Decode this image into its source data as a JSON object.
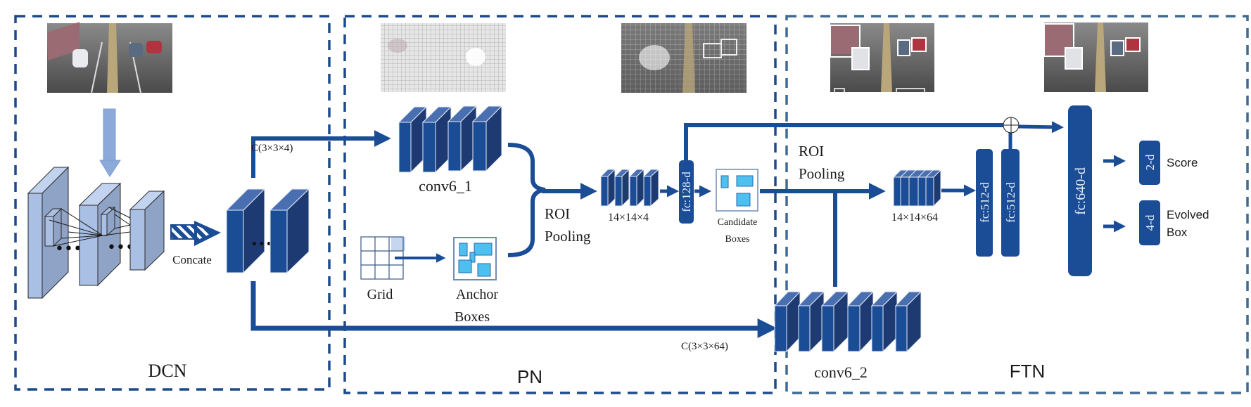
{
  "colors": {
    "primary": "#1b4c96",
    "primary_dark": "#1e3a72",
    "primary_top": "#4a6fb0",
    "light_block": "#a9bfe3",
    "light_block_side": "#8fa3c6",
    "light_block_top": "#c2d3ef",
    "anchor_fill": "#4ec0ef",
    "dash_left": "#1d4a8a",
    "dash_right": "#3f6a94"
  },
  "sections": {
    "dcn": {
      "label": "DCN"
    },
    "pn": {
      "label": "PN"
    },
    "ftn": {
      "label": "FTN"
    }
  },
  "images": {
    "input": {
      "label": "input-road-image",
      "description": "traffic road scene with bus and cars"
    },
    "pn_heatmap_1": {
      "label": "conv6_1 feature map",
      "description": "grayscale grid feature visualization"
    },
    "pn_heatmap_2": {
      "label": "candidate grid overlay",
      "description": "road scene overlaid with grid boxes"
    },
    "ftn_det_1": {
      "label": "candidate boxes on scene",
      "description": "road scene with many white candidate boxes"
    },
    "ftn_det_2": {
      "label": "final detections",
      "description": "road scene with evolved detection boxes"
    }
  },
  "dcn": {
    "concat_label": "Concate",
    "ellipsis": "•••",
    "conv_up_label": "C(3×3×4)",
    "conv_down_label": "C(3×3×64)"
  },
  "pn": {
    "conv6_1_label": "conv6_1",
    "grid_label": "Grid",
    "anchor_label_1": "Anchor",
    "anchor_label_2": "Boxes",
    "roi_label_1": "ROI",
    "roi_label_2": "Pooling",
    "pool_size_label": "14×14×4",
    "fc128_label": "fc:128-d",
    "candidate_label_1": "Candidate",
    "candidate_label_2": "Boxes"
  },
  "ftn": {
    "roi_label_1": "ROI",
    "roi_label_2": "Pooling",
    "pool_size_label": "14×14×64",
    "fc512a_label": "fc:512-d",
    "fc512b_label": "fc:512-d",
    "fc640_label": "fc:640-d",
    "out_score_dim": "2-d",
    "out_score_label": "Score",
    "out_box_dim": "4-d",
    "out_box_label_1": "Evolved",
    "out_box_label_2": "Box",
    "conv6_2_label": "conv6_2"
  }
}
